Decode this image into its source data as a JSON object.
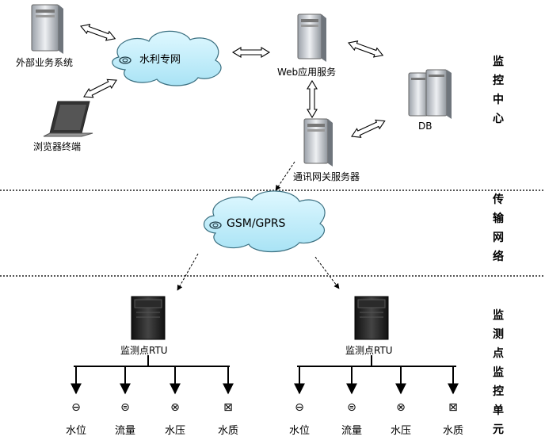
{
  "nodes": {
    "external_system": "外部业务系统",
    "water_network": "水利专网",
    "web_server": "Web应用服务",
    "db": "DB",
    "browser_terminal": "浏览器终端",
    "gateway_server": "通讯网关服务器",
    "gsm_gprs": "GSM/GPRS",
    "rtu_left": "监测点RTU",
    "rtu_right": "监测点RTU"
  },
  "sections": {
    "monitor_center": "监控中心",
    "transport_network": "传输网络",
    "monitor_units": "监测点监控单元"
  },
  "sensors_left": [
    {
      "label": "水位",
      "icon": "water-level-gauge-icon"
    },
    {
      "label": "流量",
      "icon": "flow-meter-icon"
    },
    {
      "label": "水压",
      "icon": "pressure-gauge-icon"
    },
    {
      "label": "水质",
      "icon": "water-quality-meter-icon"
    }
  ],
  "sensors_right": [
    {
      "label": "水位",
      "icon": "water-level-gauge-icon"
    },
    {
      "label": "流量",
      "icon": "flow-meter-icon"
    },
    {
      "label": "水压",
      "icon": "pressure-gauge-icon"
    },
    {
      "label": "水质",
      "icon": "water-quality-meter-icon"
    }
  ]
}
